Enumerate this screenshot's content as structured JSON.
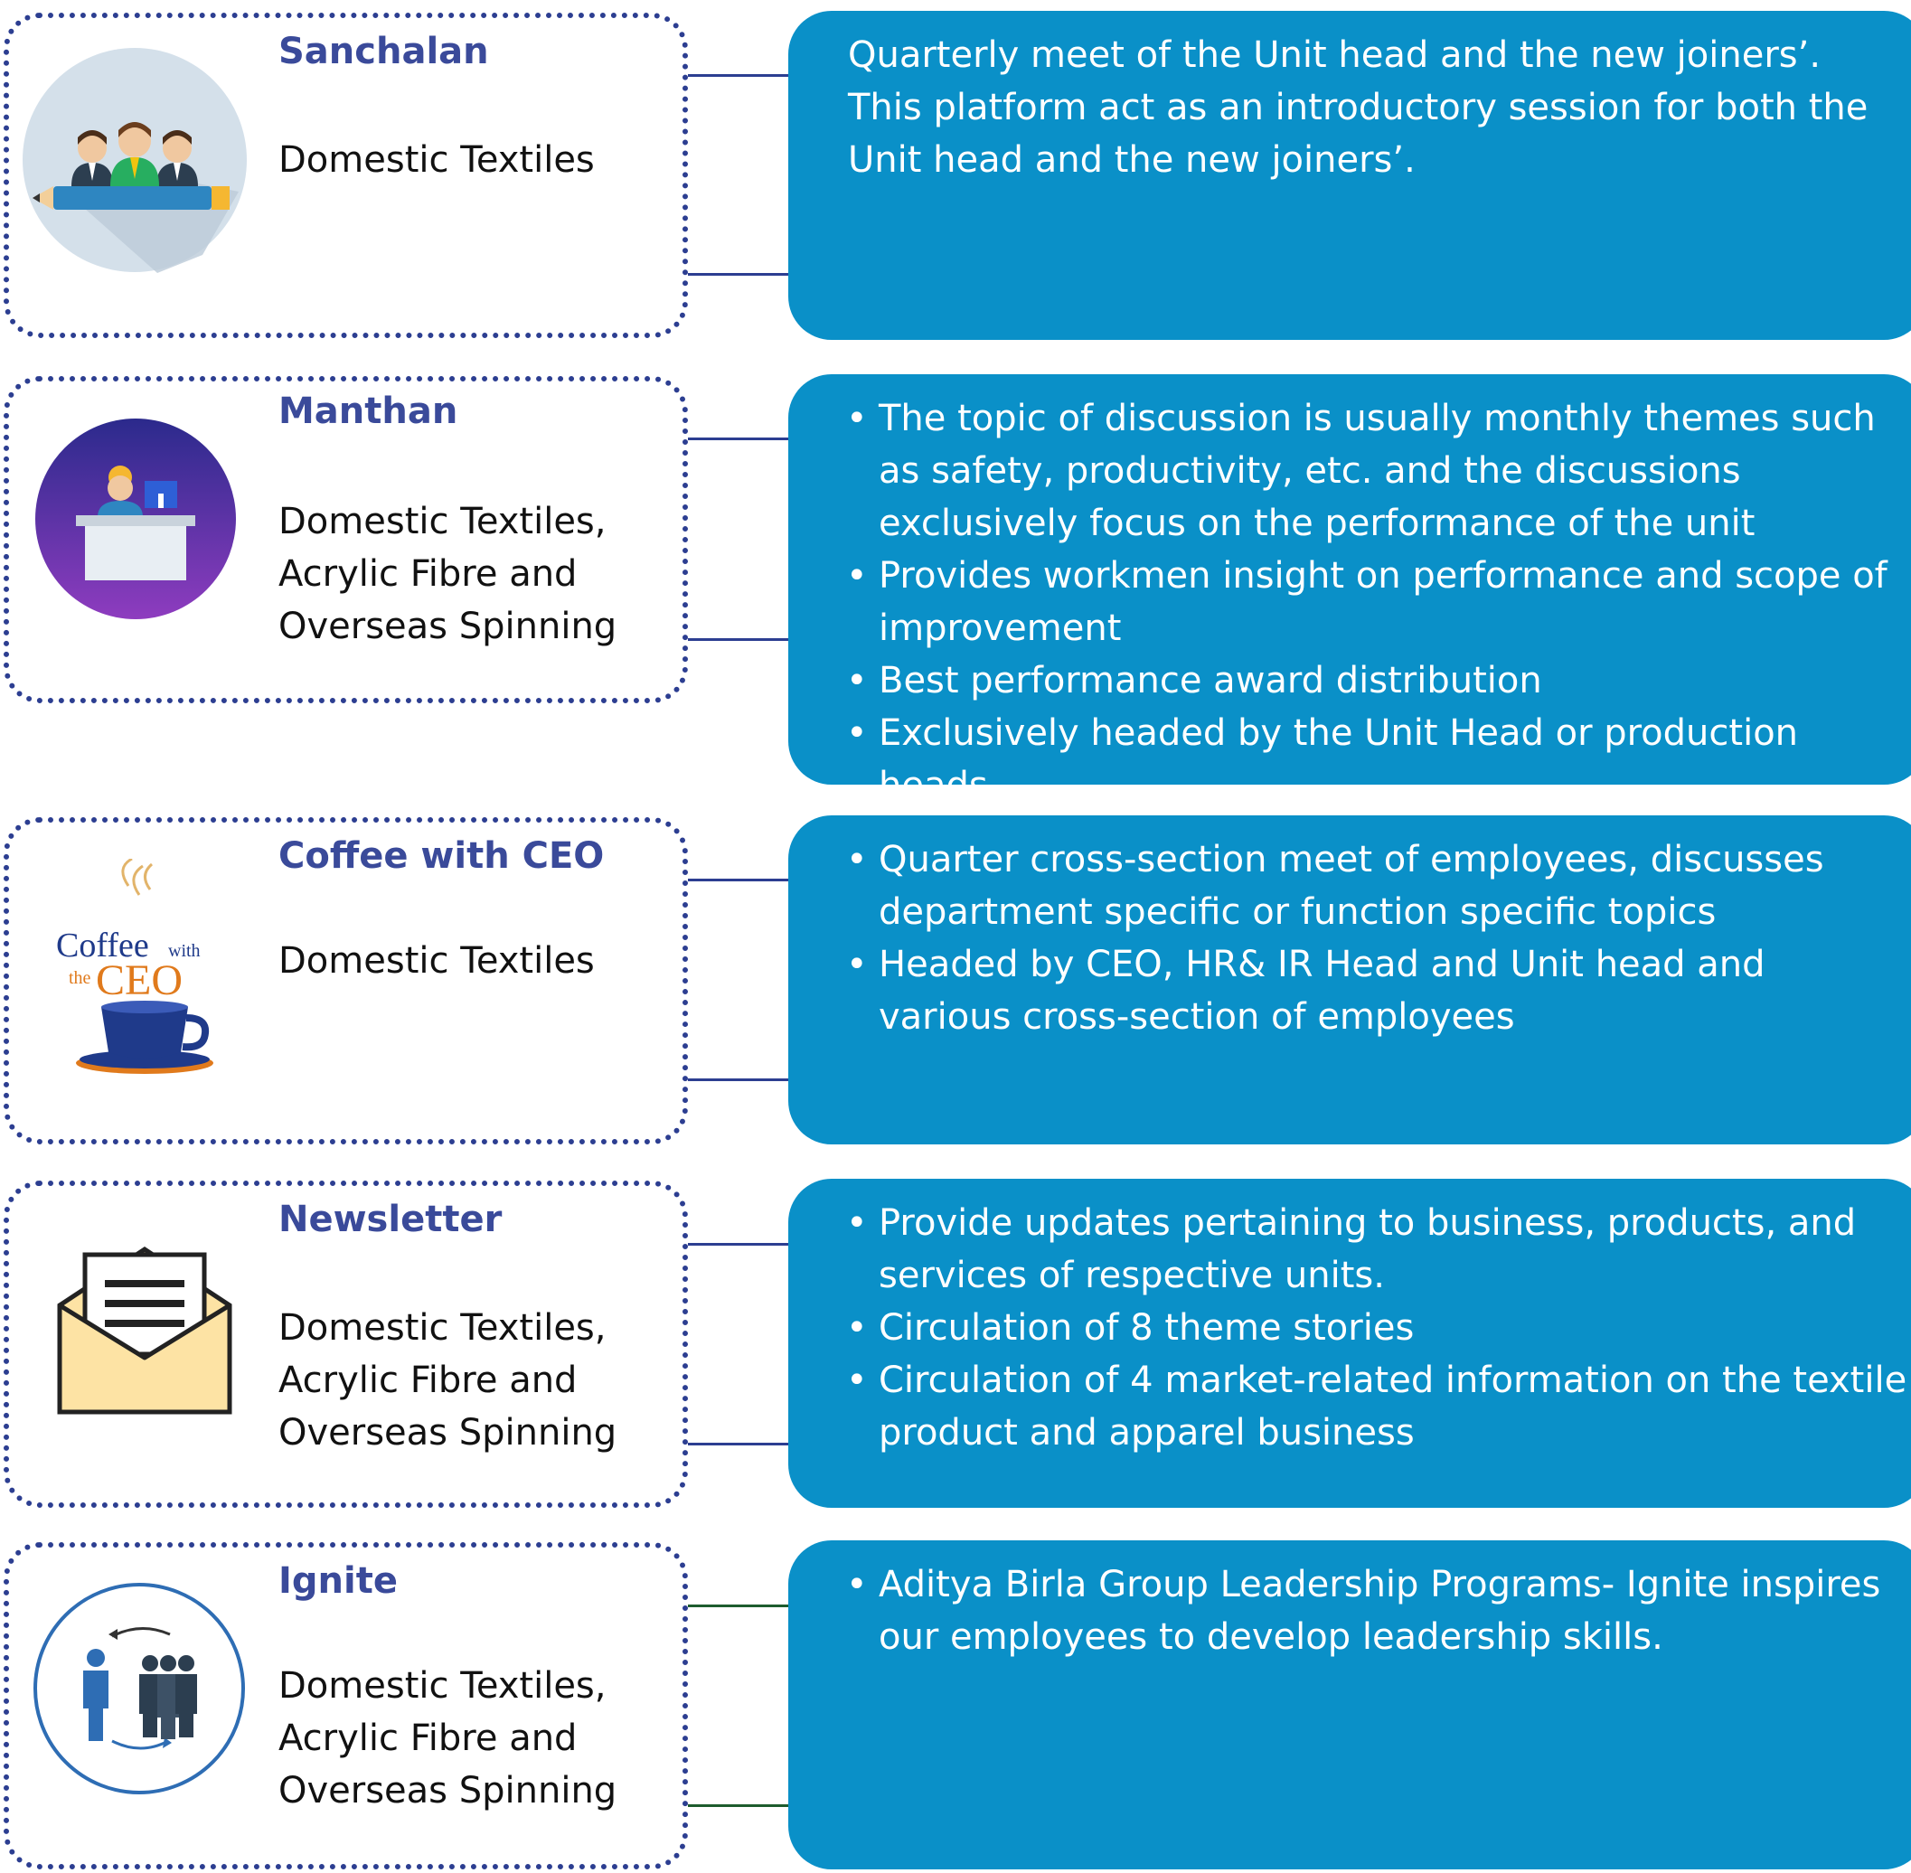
{
  "colors": {
    "title": "#3a4a9a",
    "card_border": "#2c3e91",
    "box_fill": "#0a90c8",
    "connector_blue": "#2c3e91",
    "connector_green": "#1e5c2e"
  },
  "items": [
    {
      "title": "Sanchalan",
      "units": "Domestic Textiles",
      "icon": "team-pencil-icon",
      "description_text": "Quarterly meet of the Unit head and the new joiners’. This platform act as an introductory session for both the Unit head and the new joiners’.",
      "bullets": []
    },
    {
      "title": "Manthan",
      "units": "Domestic Textiles,\nAcrylic Fibre and\nOverseas Spinning",
      "icon": "worker-desk-icon",
      "description_text": "",
      "bullets": [
        "The topic of discussion is usually monthly themes such as safety, productivity, etc. and the discussions exclusively focus on the performance of the unit",
        "Provides workmen insight on performance and scope of improvement",
        "Best performance award distribution",
        "Exclusively headed by the Unit Head or production heads"
      ]
    },
    {
      "title": "Coffee with CEO",
      "units": "Domestic Textiles",
      "icon": "coffee-cup-icon",
      "logo_text": {
        "line1": "Coffee",
        "with": "with",
        "the": "the",
        "ceo": "CEO"
      },
      "description_text": "",
      "bullets": [
        "Quarter cross-section meet of employees, discusses department specific or function specific topics",
        "Headed by CEO, HR& IR Head and Unit head and various cross-section of employees"
      ]
    },
    {
      "title": "Newsletter",
      "units": "Domestic Textiles,\nAcrylic Fibre and\nOverseas Spinning",
      "icon": "envelope-letter-icon",
      "description_text": "",
      "bullets": [
        "Provide updates pertaining to business, products, and services of respective units.",
        "Circulation of 8 theme stories",
        "Circulation of 4 market-related information on the textile product and apparel business"
      ]
    },
    {
      "title": "Ignite",
      "units": "Domestic Textiles,\nAcrylic Fibre and\nOverseas Spinning",
      "icon": "leader-team-icon",
      "description_text": "",
      "bullets": [
        "Aditya Birla Group Leadership Programs- Ignite inspires our employees to develop leadership skills."
      ]
    }
  ]
}
